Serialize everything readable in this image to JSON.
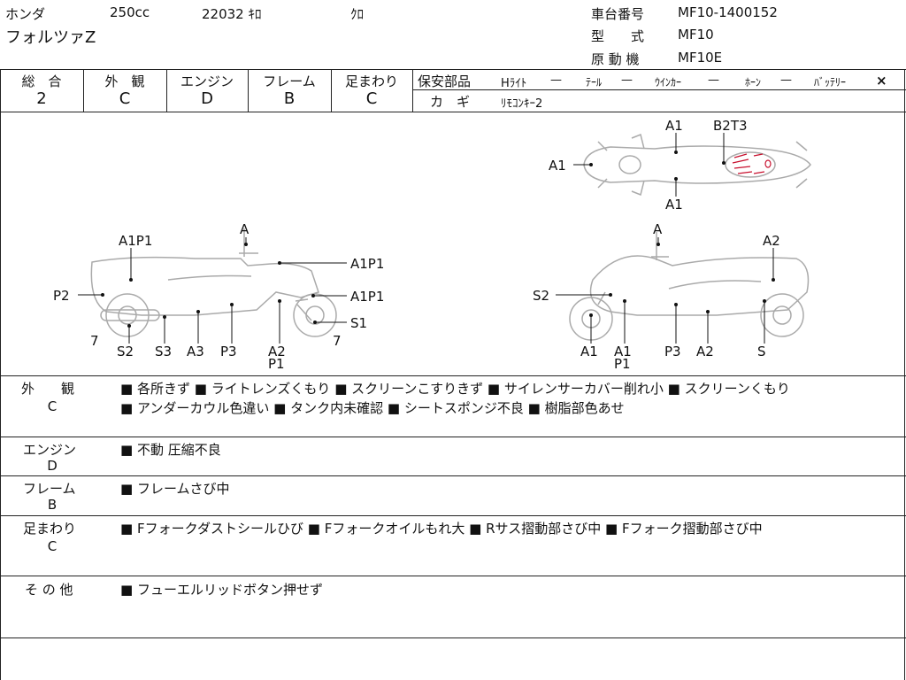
{
  "header": {
    "maker": "ホンダ",
    "displacement": "250cc",
    "mileage": "22032 ｷﾛ",
    "color": "ｸﾛ",
    "model_name": "フォルツァZ",
    "frame_number_label": "車台番号",
    "frame_number": "MF10-1400152",
    "type_label": "型　　式",
    "type_value": "MF10",
    "engine_label": "原 動 機",
    "engine_value": "MF10E"
  },
  "ratings": {
    "headers": [
      "総　合",
      "外　観",
      "エンジン",
      "フレーム",
      "足まわり"
    ],
    "values": [
      "2",
      "C",
      "D",
      "B",
      "C"
    ]
  },
  "safety": {
    "label": "保安部品",
    "items": [
      {
        "name": "Hﾗｲﾄ",
        "value": "—"
      },
      {
        "name": "ﾃｰﾙ",
        "value": "—"
      },
      {
        "name": "ｳｲﾝｶｰ",
        "value": "—"
      },
      {
        "name": "ﾎｰﾝ",
        "value": "—"
      },
      {
        "name": "ﾊﾞｯﾃﾘｰ",
        "value": "×"
      }
    ],
    "key_label": "カ　ギ",
    "key_value": "ﾘﾓｺﾝｷｰ2"
  },
  "diagram": {
    "top_view": {
      "nose": "A1",
      "front": "A1",
      "seat": "B2T3",
      "bottom": "A1"
    },
    "left_view": {
      "mirror": "A",
      "seat": "A1P1",
      "tail": "P2",
      "cowl": "A1P1",
      "screen": "A1P1",
      "front_wheel": "S1",
      "front_seven": "7",
      "rear_seven": "7",
      "bottom": [
        "S2",
        "S3",
        "A3",
        "P3",
        "A2"
      ],
      "bottom_sub": "P1"
    },
    "right_view": {
      "mirror": "A",
      "rear": "A2",
      "front": "S2",
      "bottom": [
        "A1",
        "A1",
        "P3",
        "A2",
        "S"
      ],
      "bottom_sub": "P1"
    }
  },
  "remarks": [
    {
      "label": "外　　観",
      "grade": "C",
      "lines": [
        [
          "各所きず",
          "ライトレンズくもり",
          "スクリーンこすりきず",
          "サイレンサーカバー削れ小",
          "スクリーンくもり"
        ],
        [
          "アンダーカウル色違い",
          "タンク内未確認",
          "シートスポンジ不良",
          "樹脂部色あせ"
        ]
      ]
    },
    {
      "label": "エンジン",
      "grade": "D",
      "lines": [
        [
          "不動 圧縮不良"
        ]
      ]
    },
    {
      "label": "フレーム",
      "grade": "B",
      "lines": [
        [
          "フレームさび中"
        ]
      ]
    },
    {
      "label": "足まわり",
      "grade": "C",
      "lines": [
        [
          "Fフォークダストシールひび",
          "Fフォークオイルもれ大",
          "Rサス摺動部さび中",
          "Fフォーク摺動部さび中"
        ]
      ]
    },
    {
      "label": "そ の 他",
      "grade": "",
      "lines": [
        [
          "フューエルリッドボタン押せず"
        ]
      ]
    }
  ]
}
